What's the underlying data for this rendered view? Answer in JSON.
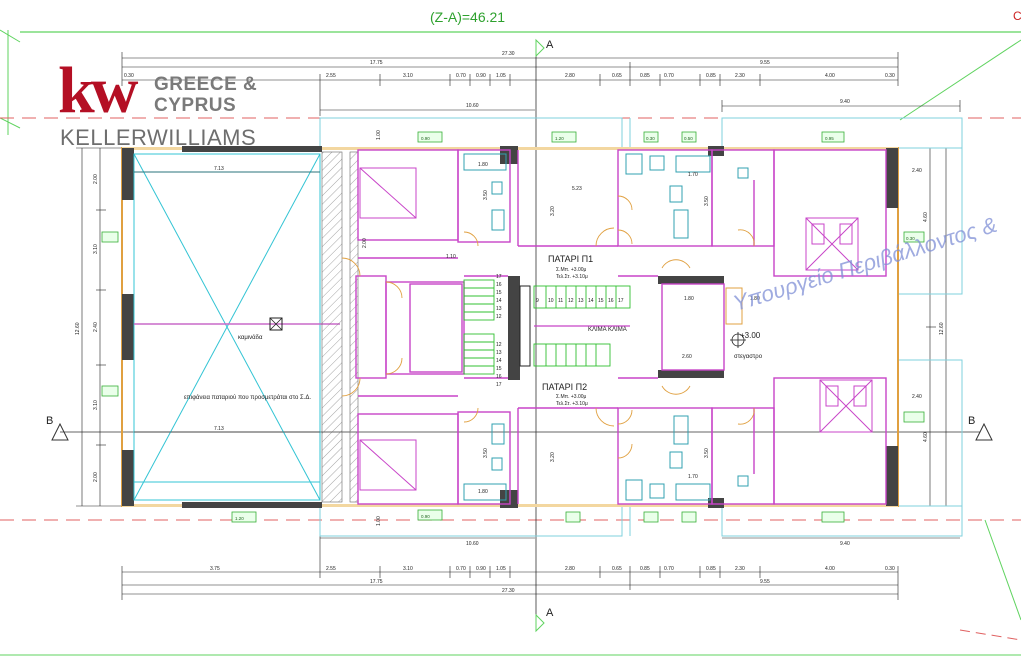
{
  "header": {
    "title": "(Z-A)=46.21",
    "corner_label": "C"
  },
  "logo": {
    "kw": "kw",
    "region_line1": "GREECE &",
    "region_line2": "CYPRUS",
    "brand": "KELLERWILLIAMS"
  },
  "watermark": "Υπουργείο Περιβάλλοντος &",
  "section_markers": {
    "a": "A",
    "b": "B"
  },
  "rooms": {
    "loft1_title": "ΠΑΤΑΡΙ Π1",
    "loft1_line1": "Σ.Μπ. +3.00μ",
    "loft1_line2": "Τελ.Στ. +3.10μ",
    "loft2_title": "ΠΑΤΑΡΙ Π2",
    "loft2_line1": "Σ.Μπ. +3.00μ",
    "loft2_line2": "Τελ.Στ. +3.10μ",
    "void_label": "επιφάνεια παταριού που προσμετράται στο Σ.Δ.",
    "chimney": "καμινάδα",
    "stairwell": "ΚΛΙΜΑ ΚΛΙΜΑ",
    "level": "+3.00",
    "roof": "στεγαστρο",
    "level_center": "5.23"
  },
  "stairs": {
    "upper_steps": [
      "9",
      "10",
      "11",
      "12",
      "13",
      "14",
      "15",
      "16",
      "17"
    ],
    "left_steps": [
      "17",
      "16",
      "15",
      "14",
      "13",
      "12"
    ],
    "left_steps2": [
      "12",
      "13",
      "14",
      "15",
      "16",
      "17"
    ]
  },
  "dimensions": {
    "top_total": "27.30",
    "top_left": "17.75",
    "top_right": "9.55",
    "top_row": [
      "0.30",
      "2.55",
      "3.10",
      "0.70",
      "0.90",
      "1.05",
      "2.80",
      "0.65",
      "0.85",
      "0.70",
      "0.85",
      "2.30",
      "4.00",
      "0.30"
    ],
    "mid_left": "10.60",
    "mid_right": "9.40",
    "bottom_total": "27.30",
    "bottom_left": "17.75",
    "bottom_right": "9.55",
    "bottom_row": [
      "3.75",
      "2.55",
      "3.10",
      "0.70",
      "0.90",
      "1.05",
      "2.80",
      "0.65",
      "0.85",
      "0.70",
      "0.85",
      "2.30",
      "4.00",
      "0.30"
    ],
    "bottom_mid_left": "10.60",
    "bottom_mid_right": "9.40",
    "left_total": "12.60",
    "left_parts": [
      "2.00",
      "3.10",
      "2.40",
      "3.10",
      "2.00"
    ],
    "right_total": "12.60",
    "right_parts": [
      "4.60",
      "4.60"
    ],
    "span": "7.13",
    "span2": "7.13",
    "room_w": [
      "2.00",
      "3.20",
      "3.20",
      "3.50",
      "3.50"
    ],
    "small": [
      "1.00",
      "1.00",
      "0.50",
      "1.80",
      "1.80",
      "1.70",
      "1.70",
      "2.60",
      "2.40",
      "1.10"
    ]
  },
  "tags": [
    "0.90",
    "1.20",
    "0.30",
    "0.50",
    "0.95",
    "1.20",
    "0.90",
    "0.30"
  ]
}
